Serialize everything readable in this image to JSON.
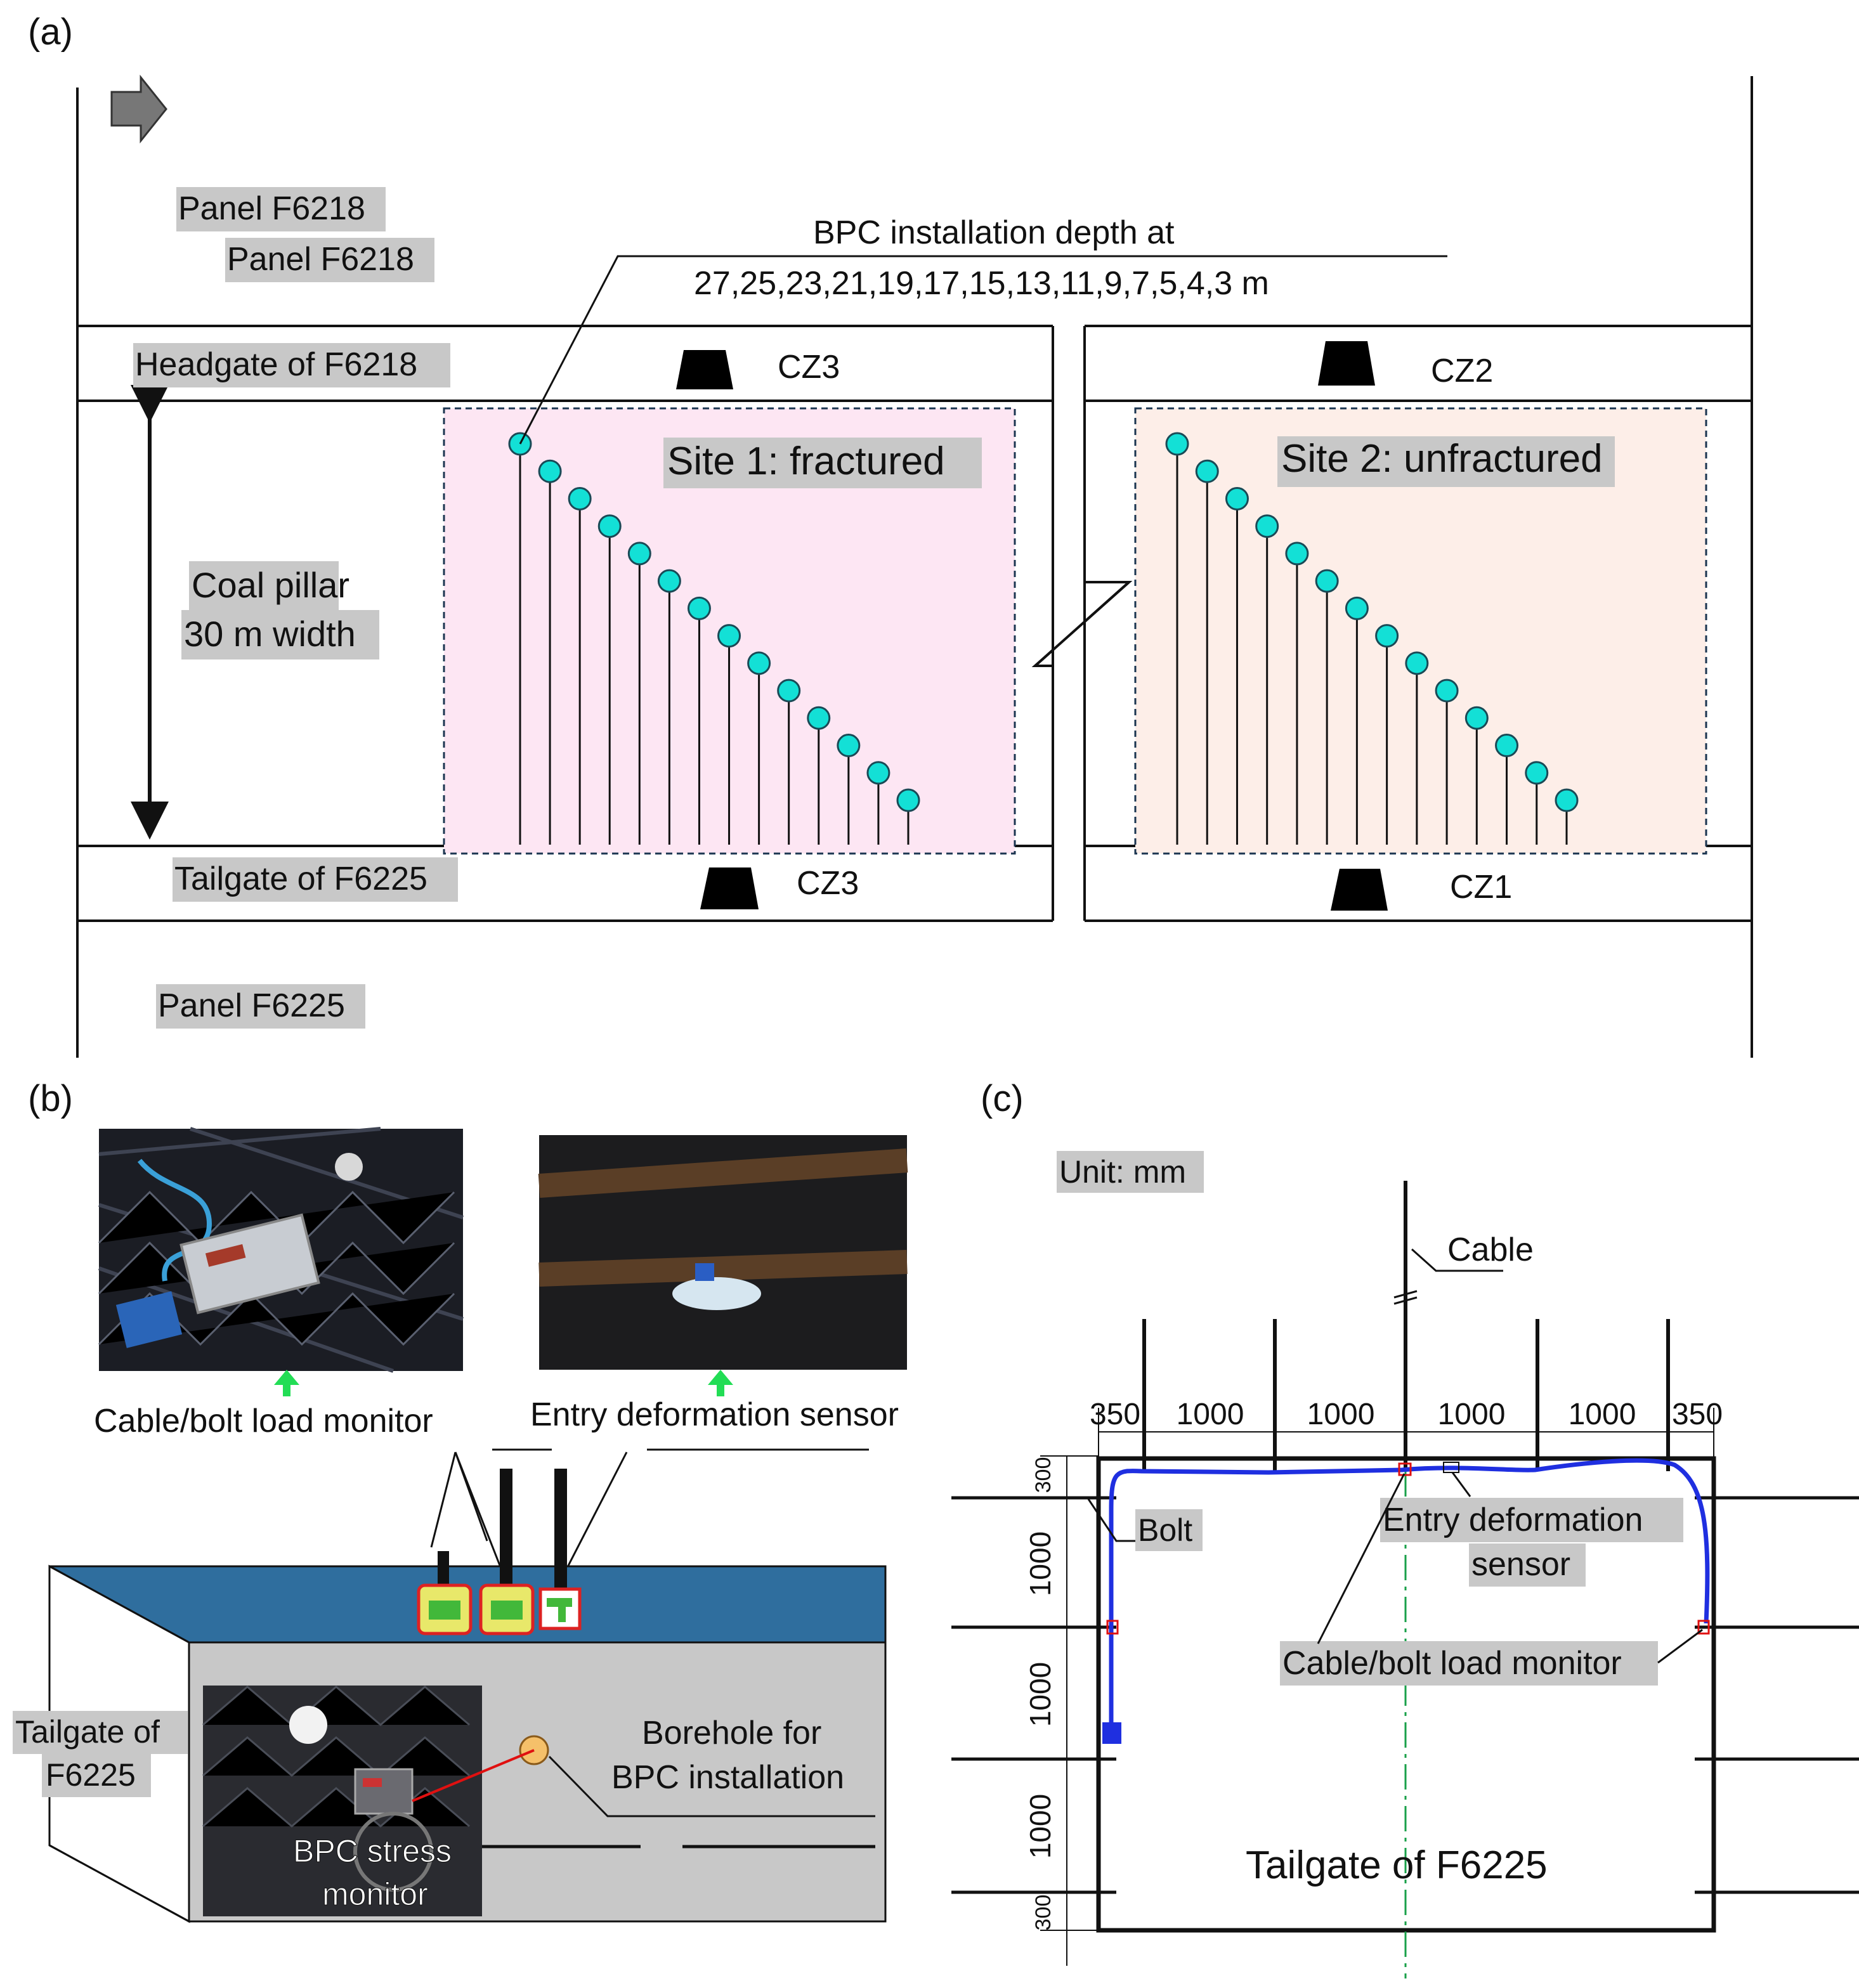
{
  "panel_a": {
    "label": "(a)",
    "panel_top": [
      "Panel F6218",
      "Panel F6218"
    ],
    "panel_bottom": "Panel F6225",
    "headgate": "Headgate of F6218",
    "tailgate": "Tailgate of F6225",
    "pillar": [
      "Coal pillar",
      "30 m width"
    ],
    "bpc_title": "BPC installation depth at",
    "bpc_depths": "27,25,23,21,19,17,15,13,11,9,7,5,4,3  m",
    "site1": "Site 1: fractured",
    "site2": "Site 2: unfractured",
    "cz_head_left": "CZ3",
    "cz_head_right": "CZ2",
    "cz_tail_left": "CZ3",
    "cz_tail_right": "CZ1",
    "colors": {
      "site1_fill": "#fde6f3",
      "site2_fill": "#fdeee8",
      "bpc_dot": "#13e0d6"
    }
  },
  "panel_b": {
    "label": "(b)",
    "cable_monitor": "Cable/bolt load monitor",
    "deformation_sensor": "Entry deformation sensor",
    "tailgate": [
      "Tailgate  of",
      "F6225"
    ],
    "borehole": [
      "Borehole for",
      "BPC installation"
    ],
    "bpc_monitor": [
      "BPC stress",
      "monitor"
    ],
    "colors": {
      "roof": "#2f6e9e",
      "wall": "#c8c8c8",
      "arrow": "#22dd55"
    }
  },
  "panel_c": {
    "label": "(c)",
    "unit": "Unit: mm",
    "cable": "Cable",
    "bolt": "Bolt",
    "deformation_sensor": [
      "Entry deformation",
      "sensor"
    ],
    "load_monitor": "Cable/bolt load monitor",
    "tailgate": "Tailgate  of F6225",
    "top_dims": [
      "350",
      "1000",
      "1000",
      "1000",
      "1000",
      "350"
    ],
    "side_dims": [
      "300",
      "1000",
      "1000",
      "1000",
      "300"
    ],
    "colors": {
      "profile": "#1f2fe0",
      "centerline": "#1aa04a"
    }
  }
}
